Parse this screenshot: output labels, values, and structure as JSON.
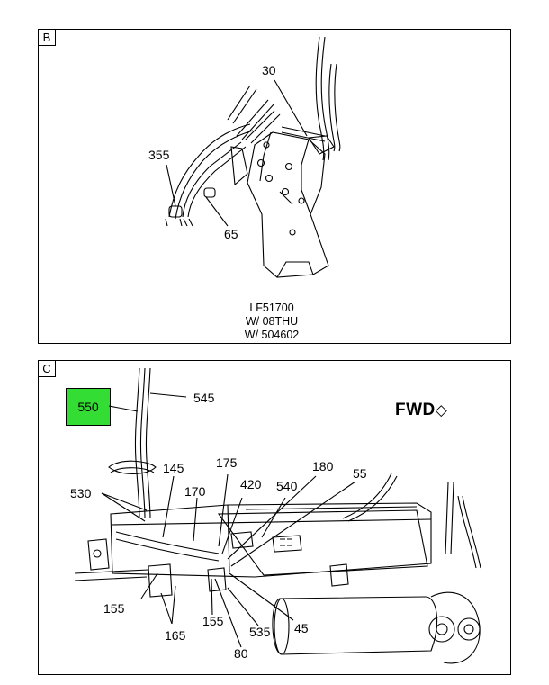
{
  "panels": [
    {
      "letter": "B",
      "callouts": [
        "30",
        "355",
        "65"
      ],
      "caption": [
        "LF51700",
        "W/ 08THU",
        "W/ 504602"
      ]
    },
    {
      "letter": "C",
      "highlight": "550",
      "direction": "FWD",
      "callouts": [
        "545",
        "145",
        "175",
        "180",
        "55",
        "530",
        "170",
        "420",
        "540",
        "155",
        "165",
        "155",
        "535",
        "45",
        "80"
      ]
    }
  ],
  "colors": {
    "highlight": "#33dd33",
    "line": "#000000"
  }
}
